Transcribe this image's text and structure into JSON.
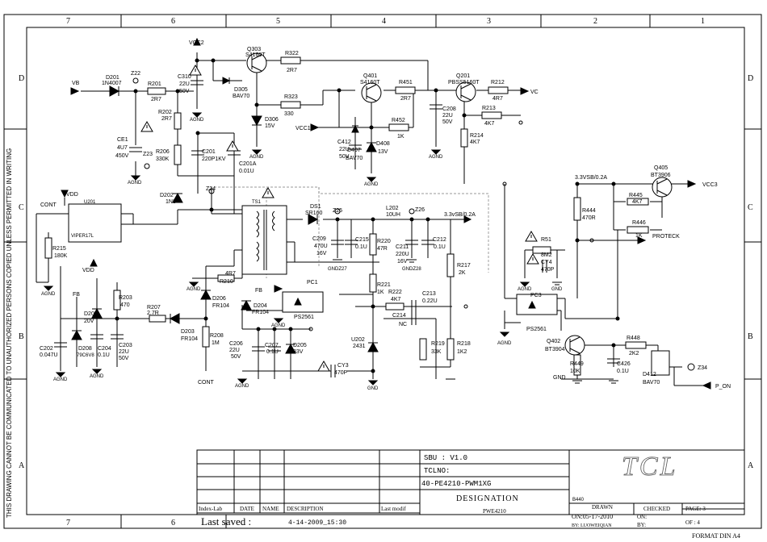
{
  "frame": {
    "columns": [
      "7",
      "6",
      "5",
      "4",
      "3",
      "2",
      "1"
    ],
    "rows": [
      "D",
      "C",
      "B",
      "A"
    ],
    "side_note": "THIS DRAWING CANNOT BE COMMUNICATED TO UNAUTHORIZED PERSONS COPIED UNLESS PERMITTED IN WRITING",
    "format": "FORMAT DIN A4"
  },
  "title_block": {
    "sbu": "SBU : V1.0",
    "tclno_label": "TCLNO:",
    "part_no": "40-PE4210-PWM1XG",
    "designation_label": "DESIGNATION",
    "designation": "PWE4210",
    "logo": "TCL",
    "revision_headers": [
      "Index-Lab",
      "DATE",
      "NAME",
      "DESCRIPTION",
      "Last modif"
    ],
    "last_saved": "Last saved :",
    "last_saved_value": "4-14-2009_15:30",
    "drawn_label": "DRAWN",
    "drawn_on": "ON:05-17-2010",
    "drawn_by": "BY: LUOWEIQIAN",
    "checked_label": "CHECKED",
    "checked_on": "ON:",
    "checked_by": "BY:",
    "page_label": "PAGE: 3",
    "of_label": "OF : 4",
    "code": "B440"
  },
  "nets": [
    "VB",
    "VCC2",
    "VCC1",
    "VC",
    "VCC3",
    "VDD",
    "CONT",
    "FB",
    "3.3vSB/0.2A",
    "3.3VSB/0.2A",
    "PROTECK",
    "P_ON",
    "AGND",
    "GND",
    "GNDZ27",
    "GNDZ28"
  ],
  "components": {
    "D201": [
      "D201",
      "1N4007"
    ],
    "Z22": [
      "Z22"
    ],
    "R201": [
      "R201",
      "2R7"
    ],
    "R202": [
      "R202",
      "2R7"
    ],
    "CE1": [
      "CE1",
      "4U7",
      "450V"
    ],
    "Z23": [
      "Z23"
    ],
    "R206": [
      "R206",
      "330K"
    ],
    "C310": [
      "C310",
      "22U",
      "50V"
    ],
    "Q303": [
      "Q303",
      "S4160T"
    ],
    "R322": [
      "R322",
      "2R7"
    ],
    "D305": [
      "D305",
      "BAV70"
    ],
    "R323": [
      "R323",
      "330"
    ],
    "D306": [
      "D306",
      "15V"
    ],
    "C201": [
      "C201",
      "220P1KV"
    ],
    "C201A": [
      "C201A",
      "0.01U"
    ],
    "D202": [
      "D202",
      "1N8"
    ],
    "Z24": [
      "Z24"
    ],
    "Q401": [
      "Q401",
      "S4160T"
    ],
    "R451": [
      "R451",
      "2R7"
    ],
    "R452": [
      "R452",
      "1K"
    ],
    "C412": [
      "C412",
      "22U",
      "50V"
    ],
    "D407": [
      "D407",
      "BAV70"
    ],
    "D408": [
      "D408",
      "13V"
    ],
    "Q201": [
      "Q201",
      "PBSS5160T"
    ],
    "R212": [
      "R212",
      "4R7"
    ],
    "C208": [
      "C208",
      "22U",
      "50V"
    ],
    "R213": [
      "R213",
      "4K7"
    ],
    "R214": [
      "R214",
      "4K7"
    ],
    "U201": [
      "U201",
      "VIPER17L"
    ],
    "R215": [
      "R215",
      "180K"
    ],
    "TS1": [
      "TS1"
    ],
    "DS1": [
      "DS1",
      "SR160"
    ],
    "Z25": [
      "Z25"
    ],
    "L202": [
      "L202",
      "10UH"
    ],
    "Z26": [
      "Z26"
    ],
    "C209": [
      "C209",
      "470U",
      "16V"
    ],
    "C215": [
      "C215",
      "0.1U"
    ],
    "R220": [
      "R220",
      "47R"
    ],
    "C211": [
      "C211",
      "220U",
      "16V"
    ],
    "C212": [
      "C212",
      "0.1U"
    ],
    "R217": [
      "R217",
      "2K"
    ],
    "R444": [
      "R444",
      "470R"
    ],
    "Q405": [
      "Q405",
      "BT3906"
    ],
    "R445": [
      "R445",
      "4K7"
    ],
    "R446": [
      "R446",
      "1K"
    ],
    "R51": [
      "R51",
      "8M2"
    ],
    "CY4": [
      "CY4",
      "470P"
    ],
    "R203": [
      "R203",
      "470"
    ],
    "D207": [
      "D207",
      "20V"
    ],
    "R207": [
      "R207",
      "2.7R"
    ],
    "D203": [
      "D203",
      "FR104"
    ],
    "R210": [
      "R210",
      "4R7"
    ],
    "D206": [
      "D206",
      "FR104"
    ],
    "D204": [
      "D204",
      "FR104"
    ],
    "PC1": [
      "PC1",
      "PS2561"
    ],
    "R221": [
      "R221",
      "1K"
    ],
    "R222": [
      "R222",
      "4K7"
    ],
    "C213": [
      "C213",
      "0.22U"
    ],
    "C214": [
      "C214",
      "NC"
    ],
    "C202": [
      "C202",
      "0.047U"
    ],
    "D208": [
      "D208",
      "79C6V8"
    ],
    "C204": [
      "C204",
      "0.1U"
    ],
    "C203": [
      "C203",
      "22U",
      "50V"
    ],
    "R208": [
      "R208",
      "1M"
    ],
    "C206": [
      "C206",
      "22U",
      "50V"
    ],
    "C207": [
      "C207",
      "0.1U"
    ],
    "D205": [
      "D205",
      "33V"
    ],
    "U202": [
      "U202",
      "2431"
    ],
    "R219": [
      "R219",
      "33K"
    ],
    "R218": [
      "R218",
      "1K2"
    ],
    "CY3": [
      "CY3",
      "470P"
    ],
    "PC3": [
      "PC3",
      "PS2561"
    ],
    "Q402": [
      "Q402",
      "BT3904"
    ],
    "R449": [
      "R449",
      "10K"
    ],
    "C426": [
      "C426",
      "0.1U"
    ],
    "R448": [
      "R448",
      "2K2"
    ],
    "D412": [
      "D412",
      "BAV70"
    ],
    "Z34": [
      "Z34"
    ]
  }
}
